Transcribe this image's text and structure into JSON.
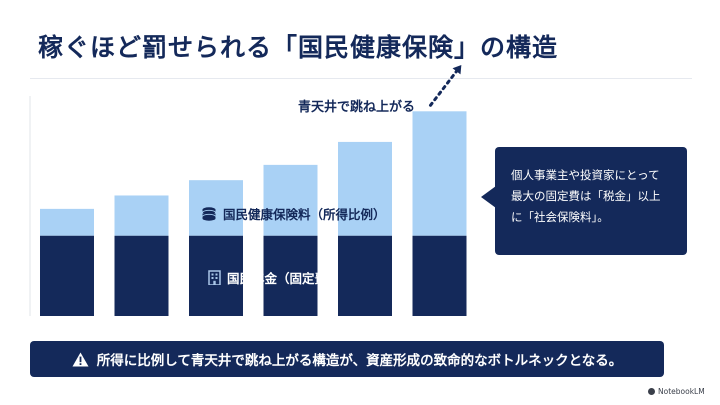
{
  "title": "稼ぐほど罰せられる「国民健康保険」の構造",
  "chart_data": {
    "type": "bar",
    "stacked": true,
    "categories": [
      "",
      "",
      "",
      "",
      "",
      ""
    ],
    "series": [
      {
        "name": "国民年金（固定費）",
        "values": [
          42,
          42,
          42,
          42,
          42,
          42
        ]
      },
      {
        "name": "国民健康保険料（所得比例）",
        "values": [
          14,
          21,
          29,
          37,
          49,
          65
        ]
      }
    ],
    "ylim": [
      0,
      115
    ],
    "annotation": "青天井で跳ね上がる",
    "colors": {
      "fixed": "#14295a",
      "variable": "#a9d1f5"
    }
  },
  "band_labels": {
    "variable": "国民健康保険料（所得比例）",
    "fixed": "国民年金（固定費）",
    "variable_icon": "coins-icon",
    "fixed_icon": "building-icon"
  },
  "callout": {
    "line1": "個人事業主や投資家にとって",
    "line2": "最大の固定費は「税金」以上",
    "line3": "に「社会保険料」。"
  },
  "banner": {
    "icon": "warning-icon",
    "text": "所得に比例して青天井で跳ね上がる構造が、資産形成の致命的なボトルネックとなる。"
  },
  "brand": "NotebookLM"
}
